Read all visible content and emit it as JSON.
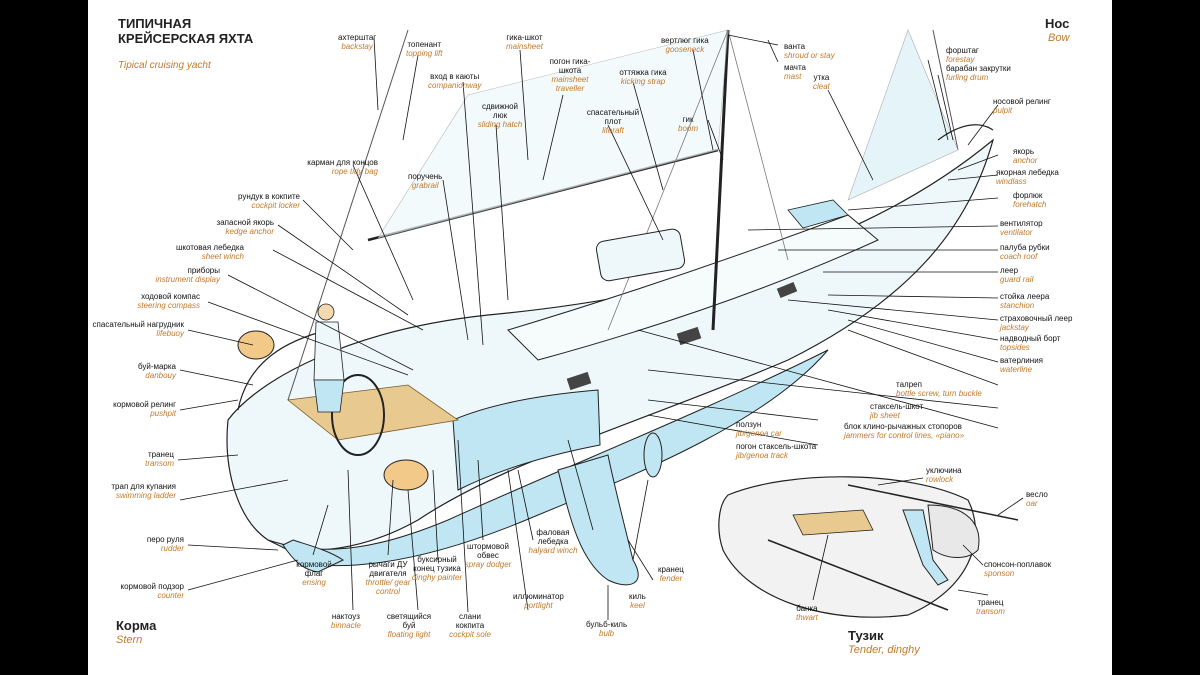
{
  "title": {
    "line1": "ТИПИЧНАЯ",
    "line2": "КРЕЙСЕРСКАЯ ЯХТА",
    "en": "Tipical cruising yacht"
  },
  "corners": {
    "bow": {
      "ru": "Нос",
      "en": "Bow"
    },
    "stern": {
      "ru": "Корма",
      "en": "Stern"
    },
    "tender": {
      "ru": "Тузик",
      "en": "Tender, dinghy"
    }
  },
  "labels": {
    "backstay": {
      "ru": "ахтерштаг",
      "en": "backstay"
    },
    "topping_lift": {
      "ru": "топенант",
      "en": "topping lift"
    },
    "mainsheet": {
      "ru": "гика-шкот",
      "en": "mainsheet"
    },
    "gooseneck": {
      "ru": "вертлюг гика",
      "en": "gooseneck"
    },
    "shroud": {
      "ru": "ванта",
      "en": "shroud or stay"
    },
    "mast": {
      "ru": "мачта",
      "en": "mast"
    },
    "forestay": {
      "ru": "форштаг",
      "en": "forestay"
    },
    "furling_drum": {
      "ru": "барабан закрутки",
      "en": "furling drum"
    },
    "companionway": {
      "ru": "вход в каюты",
      "en": "companionway"
    },
    "mainsheet_traveller": {
      "ru": "погон гика-шкота",
      "en": "mainsheet traveller"
    },
    "kicking_strap": {
      "ru": "оттяжка гика",
      "en": "kicking strap"
    },
    "cleat": {
      "ru": "утка",
      "en": "cleat"
    },
    "pulpit": {
      "ru": "носовой релинг",
      "en": "pulpit"
    },
    "sliding_hatch": {
      "ru": "сдвижной люк",
      "en": "sliding hatch"
    },
    "liferaft": {
      "ru": "спасательный плот",
      "en": "liferaft"
    },
    "boom": {
      "ru": "гик",
      "en": "boom"
    },
    "anchor": {
      "ru": "якорь",
      "en": "anchor"
    },
    "windlass": {
      "ru": "якорная лебедка",
      "en": "windlass"
    },
    "rope_bag": {
      "ru": "карман для концов",
      "en": "rope tidy bag"
    },
    "grabrail": {
      "ru": "поручень",
      "en": "grabrail"
    },
    "forehatch": {
      "ru": "форлюк",
      "en": "forehatch"
    },
    "cockpit_locker": {
      "ru": "рундук в кокпите",
      "en": "cockpit locker"
    },
    "ventilator": {
      "ru": "вентилятор",
      "en": "ventilator"
    },
    "kedge_anchor": {
      "ru": "запасной якорь",
      "en": "kedge anchor"
    },
    "coach_roof": {
      "ru": "палуба рубки",
      "en": "coach roof"
    },
    "sheet_winch": {
      "ru": "шкотовая лебедка",
      "en": "sheet winch"
    },
    "guard_rail": {
      "ru": "леер",
      "en": "guard rail"
    },
    "instrument_display": {
      "ru": "приборы",
      "en": "instrument display"
    },
    "stanchion": {
      "ru": "стойка леера",
      "en": "stanchion"
    },
    "steering_compass": {
      "ru": "ходовой компас",
      "en": "steering compass"
    },
    "jackstay": {
      "ru": "страховочный леер",
      "en": "jackstay"
    },
    "lifebuoy": {
      "ru": "спасательный нагрудник",
      "en": "lifebuoy"
    },
    "topsides": {
      "ru": "надводный борт",
      "en": "topsides"
    },
    "danbouy": {
      "ru": "буй-марка",
      "en": "danbouy"
    },
    "waterline": {
      "ru": "ватерлиния",
      "en": "waterline"
    },
    "pushpit": {
      "ru": "кормовой релинг",
      "en": "pushpit"
    },
    "bottle_screw": {
      "ru": "талреп",
      "en": "bottle screw, turn buckle"
    },
    "jib_sheet": {
      "ru": "стаксель-шкот",
      "en": "jib sheet"
    },
    "jammers": {
      "ru": "блок клино-рычажных стопоров",
      "en": "jammers for control lines, «piano»"
    },
    "transom": {
      "ru": "транец",
      "en": "transom"
    },
    "jib_car": {
      "ru": "ползун",
      "en": "jib/genoa car"
    },
    "jib_track": {
      "ru": "погон стаксель-шкота",
      "en": "jib/genoa track"
    },
    "swimming_ladder": {
      "ru": "трап для купания",
      "en": "swimming ladder"
    },
    "rowlock": {
      "ru": "уключина",
      "en": "rowlock"
    },
    "oar": {
      "ru": "весло",
      "en": "oar"
    },
    "rudder": {
      "ru": "перо руля",
      "en": "rudder"
    },
    "counter": {
      "ru": "кормовой подзор",
      "en": "counter"
    },
    "ensign": {
      "ru": "кормовой флаг",
      "en": "ensing"
    },
    "throttle": {
      "ru": "рычаги ДУ двигателя",
      "en": "throttle/ gear control"
    },
    "dinghy_painter": {
      "ru": "буксирный конец тузика",
      "en": "dinghy painter"
    },
    "spray_dodger": {
      "ru": "штормовой обвес",
      "en": "spray dodger"
    },
    "halyard_winch": {
      "ru": "фаловая лебедка",
      "en": "halyard winch"
    },
    "fender": {
      "ru": "кранец",
      "en": "fender"
    },
    "sponson": {
      "ru": "спонсон-поплавок",
      "en": "sponson"
    },
    "binnacle": {
      "ru": "нактоуз",
      "en": "binnacle"
    },
    "floating_light": {
      "ru": "светящийся буй",
      "en": "floating light"
    },
    "cockpit_sole": {
      "ru": "слани кокпита",
      "en": "cockpit sole"
    },
    "portlight": {
      "ru": "иллюминатор",
      "en": "portlight"
    },
    "bulb": {
      "ru": "бульб-киль",
      "en": "bulb"
    },
    "keel": {
      "ru": "киль",
      "en": "keel"
    },
    "thwart": {
      "ru": "банка",
      "en": "thwart"
    },
    "tender_transom": {
      "ru": "транец",
      "en": "transom"
    }
  }
}
